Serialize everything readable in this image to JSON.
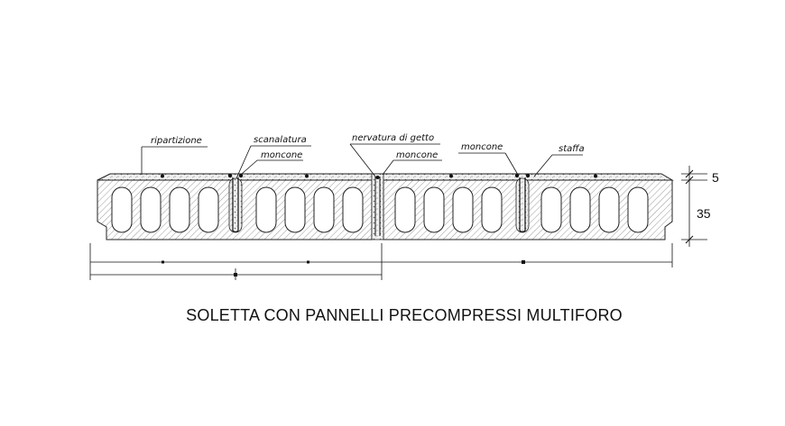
{
  "drawing": {
    "labels": {
      "ripartizione": "ripartizione",
      "scanalatura": "scanalatura",
      "moncone": "moncone",
      "nervatura": "nervatura di getto",
      "staffa": "staffa"
    },
    "dimensions": {
      "topping": "5",
      "panel": "35"
    },
    "caption": "SOLETTA CON PANNELLI PRECOMPRESSI MULTIFORO"
  }
}
